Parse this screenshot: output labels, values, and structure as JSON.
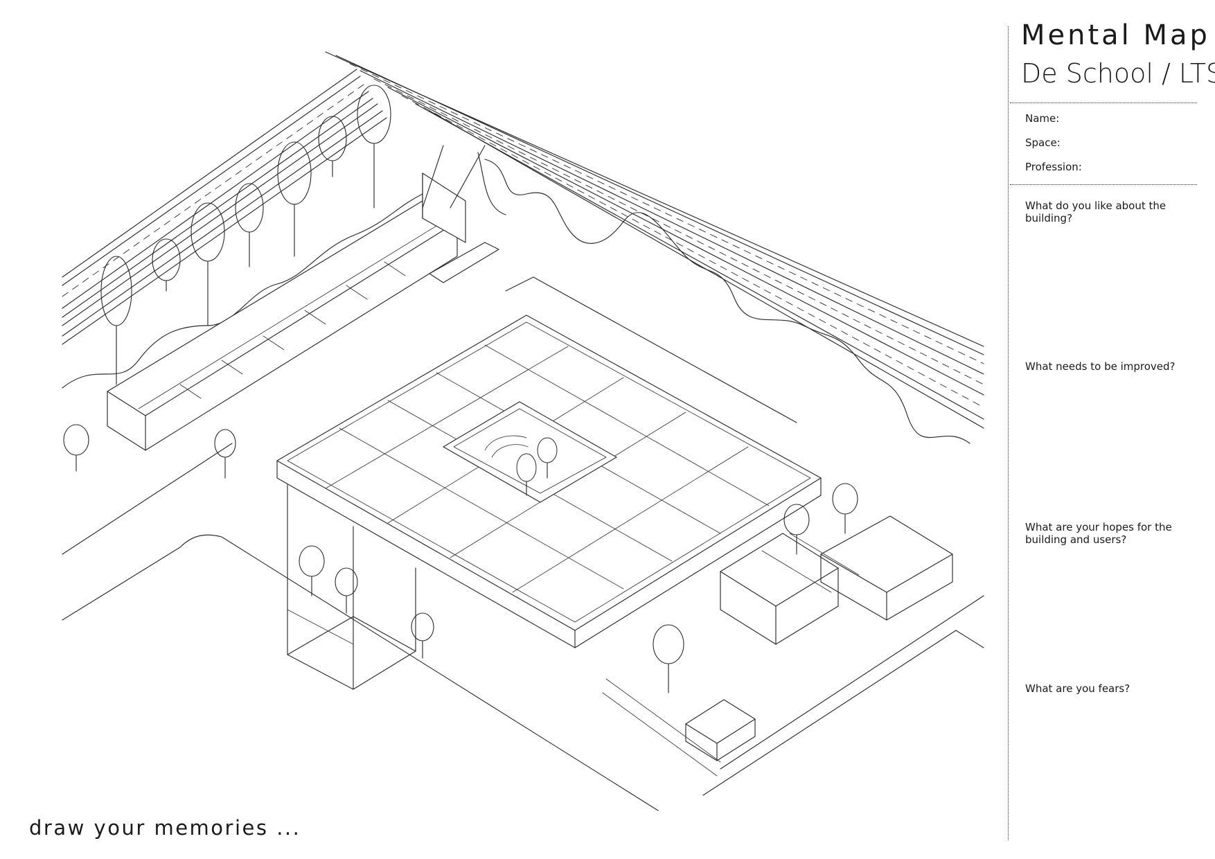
{
  "sheet": {
    "title": "Mental Map",
    "subtitle": "De School / LTS"
  },
  "fields": {
    "name_label": "Name:",
    "space_label": "Space:",
    "profession_label": "Profession:"
  },
  "questions": [
    "What do you like about the building?",
    "What needs to be improved?",
    "What are your hopes for the building and users?",
    "What are you fears?"
  ],
  "footer": {
    "prompt": "draw your memories ..."
  }
}
